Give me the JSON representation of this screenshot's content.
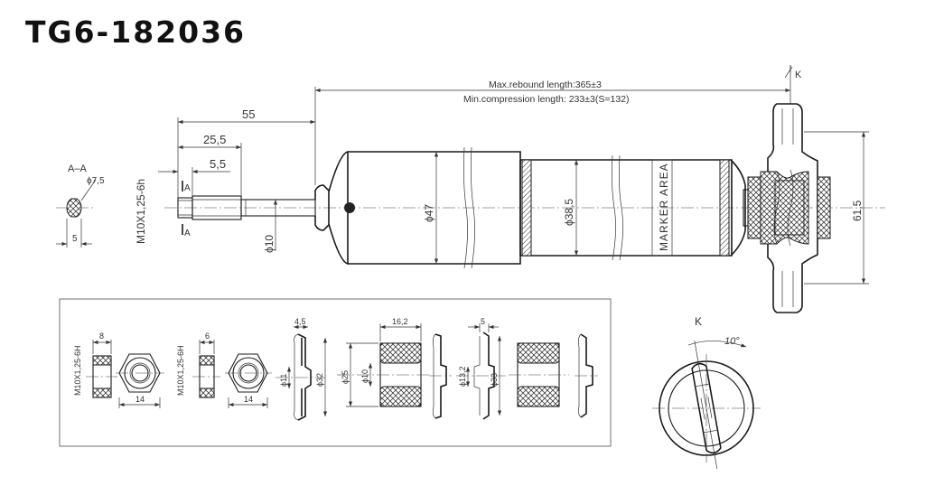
{
  "title": "TG6-182036",
  "dimensions": {
    "max_rebound": "Max.rebound length:365±3",
    "min_compression": "Min.compression length: 233±3(S=132)",
    "d55": "55",
    "d25_5": "25,5",
    "d5_5": "5,5",
    "thread": "M10X1,25-6h",
    "rod_dia": "ϕ10",
    "body_dia": "ϕ47",
    "tube_dia": "ϕ38,5",
    "marker": "MARKER AREA",
    "eye_height": "61,5",
    "section_label": "A–A",
    "section_dia": "ϕ7,5",
    "section_width": "5",
    "section_mark": "A",
    "view_k": "K",
    "angle": "10°"
  },
  "parts": {
    "nut1_thread": "M10X1,25-6H",
    "nut1_height": "8",
    "nut1_width": "14",
    "nut2_thread": "M10X1,25-6H",
    "nut2_height": "6",
    "nut2_width": "14",
    "washer1_thk": "4,5",
    "washer1_inner": "ϕ11",
    "washer1_outer": "ϕ32",
    "bushing1_len": "16,2",
    "bushing1_outer": "ϕ25",
    "bushing1_inner": "ϕ10",
    "washer2_thk": "5",
    "washer2_inner": "ϕ13,2",
    "washer2_outer": "ϕ33"
  }
}
